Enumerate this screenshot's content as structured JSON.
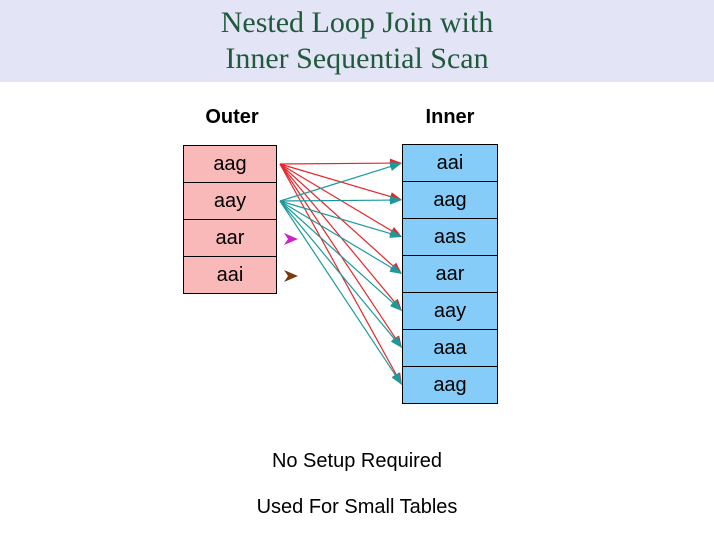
{
  "title": {
    "line1": "Nested Loop Join with",
    "line2": "Inner Sequential Scan"
  },
  "outer": {
    "heading": "Outer",
    "rows": [
      "aag",
      "aay",
      "aar",
      "aai"
    ]
  },
  "inner": {
    "heading": "Inner",
    "rows": [
      "aai",
      "aag",
      "aas",
      "aar",
      "aay",
      "aaa",
      "aag"
    ]
  },
  "footer": {
    "line1": "No Setup Required",
    "line2": "Used For Small Tables"
  },
  "colors": {
    "header_bg": "#e4e4f7",
    "title_text": "#1f5a3a",
    "outer_bg": "#f9b9b9",
    "inner_bg": "#85ccf9",
    "arrow_row1": "#e8262a",
    "arrow_row2": "#1c9a9a",
    "pending_row3": "#cc22cc",
    "pending_row4": "#7a3a12"
  },
  "arrows": {
    "fanout_rows": [
      0,
      1
    ],
    "pending_rows": [
      2,
      3
    ]
  }
}
